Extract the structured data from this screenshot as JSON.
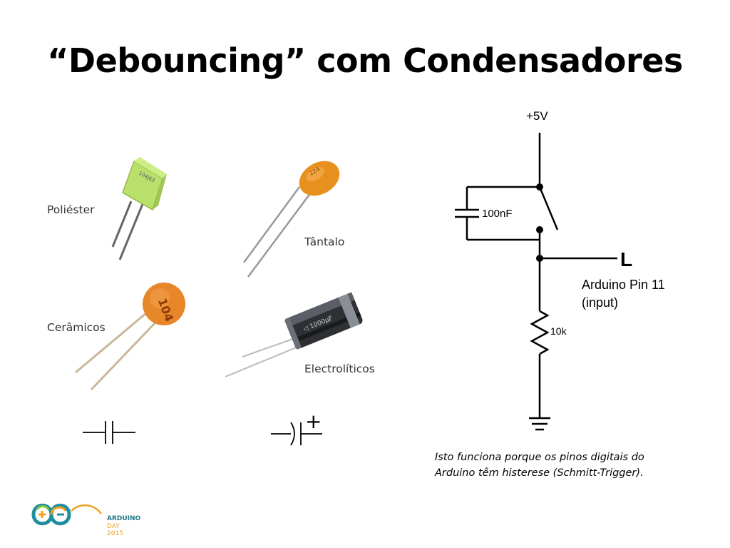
{
  "slide": {
    "title": "“Debouncing” com Condensadores",
    "components": {
      "polyester": "Poliéster",
      "tantalum": "Tântalo",
      "ceramic": "Cerâmicos",
      "electrolytic": "Electrolíticos"
    },
    "ceramic_marking": "104",
    "polarity_symbol": "+",
    "schematic": {
      "supply": "+5V",
      "capacitor": "100nF",
      "resistor": "10k",
      "output_marker": "L",
      "pin_label_line1": "Arduino Pin 11",
      "pin_label_line2": "(input)"
    },
    "caption_line1": "Isto funciona porque os pinos digitais do",
    "caption_line2": "Arduino têm histerese (Schmitt-Trigger).",
    "logo": {
      "line1": "ARDUINO",
      "line2": "DAY 2015"
    },
    "colors": {
      "polyester_body": "#b9e06a",
      "tantalum_body": "#e8901e",
      "ceramic_body": "#e8862a",
      "electrolytic_body": "#2e3034",
      "logo_teal": "#1f8f9f",
      "logo_orange": "#f0a020"
    }
  }
}
